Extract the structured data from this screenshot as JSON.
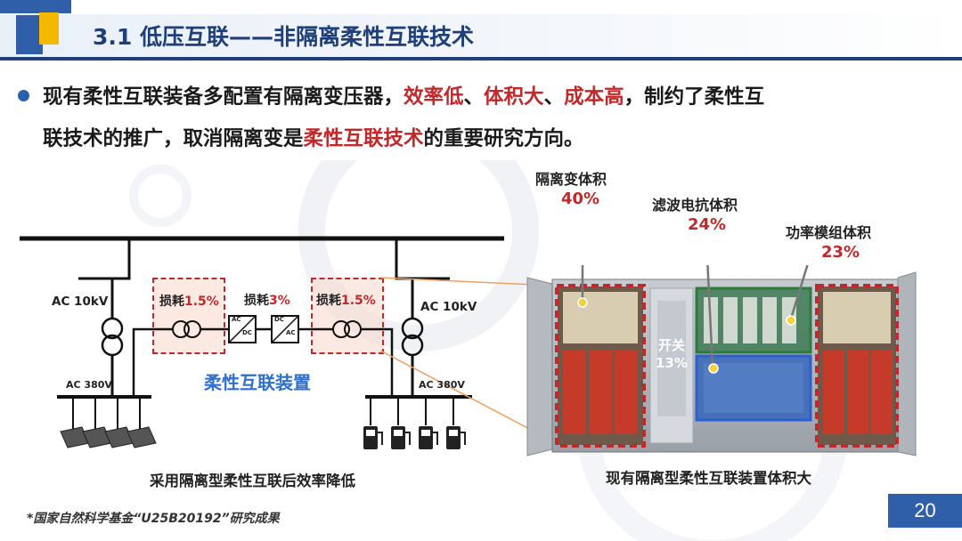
{
  "header": {
    "title": "3.1 低压互联——非隔离柔性互联技术",
    "brand_color": "#1f3f7a",
    "logo": {
      "blue": "#2e5fa8",
      "yellow": "#f5b800"
    }
  },
  "bullet": {
    "line1_a": "现有柔性互联装备多配置有隔离变压器，",
    "line1_r1": "效率低",
    "line1_sep1": "、",
    "line1_r2": "体积大",
    "line1_sep2": "、",
    "line1_r3": "成本高",
    "line1_b": "，制约了柔性互",
    "line2_a": "联技术的推广，取消隔离变是",
    "line2_r": "柔性互联技术",
    "line2_b": "的重要研究方向。"
  },
  "diagram": {
    "ac_left_hv": "AC 10kV",
    "ac_right_hv": "AC 10kV",
    "ac_left_lv": "AC 380V",
    "ac_right_lv": "AC 380V",
    "loss_left_label": "损耗",
    "loss_left_value": "1.5%",
    "loss_mid_label": "损耗",
    "loss_mid_value": "3%",
    "loss_right_label": "损耗",
    "loss_right_value": "1.5%",
    "conv1_top": "AC",
    "conv1_bottom": "DC",
    "conv2_top": "DC",
    "conv2_bottom": "AC",
    "device_label": "柔性互联装置",
    "caption": "采用隔离型柔性互联后效率降低"
  },
  "photo": {
    "caption": "现有隔离型柔性互联装置体积大",
    "items": [
      {
        "name": "隔离变体积",
        "value": "40%"
      },
      {
        "name": "滤波电抗体积",
        "value": "24%"
      },
      {
        "name": "功率模组体积",
        "value": "23%"
      },
      {
        "name": "开关",
        "value": "13%"
      }
    ]
  },
  "footer": {
    "footnote": "*国家自然科学基金“U25B20192”研究成果",
    "page_number": "20"
  }
}
